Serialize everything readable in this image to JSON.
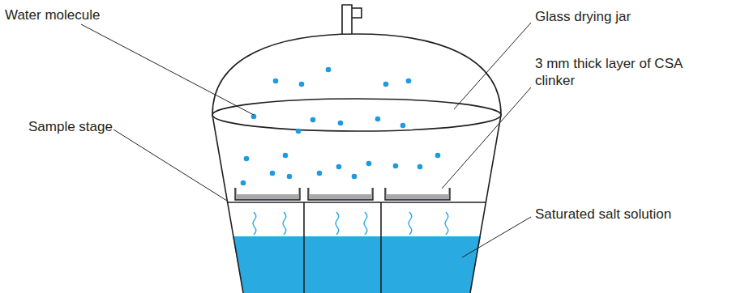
{
  "diagram": {
    "labels": [
      "Water molecule",
      "Glass drying jar",
      "3 mm thick layer of CSA clinker",
      "Sample stage",
      "Saturated salt solution"
    ]
  }
}
